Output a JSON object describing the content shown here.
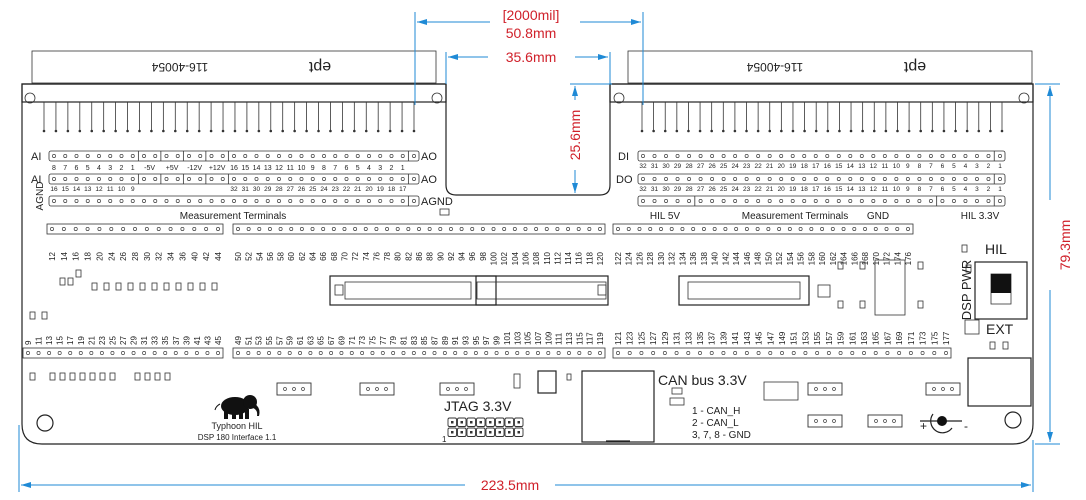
{
  "dimensions": {
    "pitch_mil": "[2000mil]",
    "pitch_mm": "50.8mm",
    "gap_width": "35.6mm",
    "gap_depth": "25.6mm",
    "board_height": "79.3mm",
    "board_width": "223.5mm"
  },
  "connectors": {
    "left_part_number": "116-40054",
    "left_brand": "ept",
    "right_part_number": "116-40054",
    "right_brand": "ept"
  },
  "left_terminals": {
    "ai_label_1": "AI",
    "ai_label_2": "AI",
    "ao_label_1": "AO",
    "ao_label_2": "AO",
    "agnd_left": "AGND",
    "agnd_right": "AGND",
    "title": "Measurement Terminals",
    "row1_labels": [
      "8",
      "7",
      "6",
      "5",
      "4",
      "3",
      "2",
      "1",
      "-5V",
      "+5V",
      "-12V",
      "+12V",
      "16",
      "15",
      "14",
      "13",
      "12",
      "11",
      "10",
      "9",
      "8",
      "7",
      "6",
      "5",
      "4",
      "3",
      "2",
      "1"
    ],
    "row2_labels_left": [
      "16",
      "15",
      "14",
      "13",
      "12",
      "11",
      "10",
      "9"
    ],
    "row2_labels_right": [
      "32",
      "31",
      "30",
      "29",
      "28",
      "27",
      "26",
      "25",
      "24",
      "23",
      "22",
      "21",
      "20",
      "19",
      "18",
      "17"
    ]
  },
  "right_terminals": {
    "di_label": "DI",
    "do_label": "DO",
    "di_labels": [
      "32",
      "31",
      "30",
      "29",
      "28",
      "27",
      "26",
      "25",
      "24",
      "23",
      "22",
      "21",
      "20",
      "19",
      "18",
      "17",
      "16",
      "15",
      "14",
      "13",
      "12",
      "11",
      "10",
      "9",
      "8",
      "7",
      "6",
      "5",
      "4",
      "3",
      "2",
      "1"
    ],
    "do_labels": [
      "32",
      "31",
      "30",
      "29",
      "28",
      "27",
      "26",
      "25",
      "24",
      "23",
      "22",
      "21",
      "20",
      "19",
      "18",
      "17",
      "16",
      "15",
      "14",
      "13",
      "12",
      "11",
      "10",
      "9",
      "8",
      "7",
      "6",
      "5",
      "4",
      "3",
      "2",
      "1"
    ],
    "hil5v": "HIL 5V",
    "title": "Measurement Terminals",
    "gnd": "GND",
    "hil33v": "HIL 3.3V"
  },
  "headers": {
    "top_a": [
      "12",
      "14",
      "16",
      "18",
      "20",
      "24",
      "26",
      "28",
      "30",
      "32",
      "34",
      "36",
      "40",
      "42",
      "44"
    ],
    "top_b": [
      "50",
      "52",
      "54",
      "56",
      "58",
      "60",
      "62",
      "64",
      "66",
      "68",
      "70",
      "72",
      "74",
      "76",
      "78",
      "80",
      "82",
      "86",
      "88",
      "90",
      "92",
      "94",
      "96",
      "98",
      "100",
      "102",
      "104",
      "106",
      "108",
      "110",
      "112",
      "114",
      "116",
      "118",
      "120"
    ],
    "top_c": [
      "122",
      "124",
      "126",
      "128",
      "130",
      "132",
      "134",
      "136",
      "138",
      "140",
      "142",
      "144",
      "146",
      "148",
      "150",
      "152",
      "154",
      "156",
      "158",
      "160",
      "162",
      "164",
      "166",
      "168",
      "170",
      "172",
      "174",
      "176"
    ],
    "bottom_a": [
      "9",
      "11",
      "13",
      "15",
      "17",
      "19",
      "21",
      "23",
      "25",
      "27",
      "29",
      "31",
      "33",
      "35",
      "37",
      "39",
      "41",
      "43",
      "45"
    ],
    "bottom_b": [
      "49",
      "51",
      "53",
      "55",
      "57",
      "59",
      "61",
      "63",
      "65",
      "67",
      "69",
      "71",
      "73",
      "75",
      "77",
      "79",
      "81",
      "83",
      "85",
      "87",
      "89",
      "91",
      "93",
      "95",
      "97",
      "99",
      "101",
      "103",
      "105",
      "107",
      "109",
      "111",
      "113",
      "115",
      "117",
      "119"
    ],
    "bottom_c": [
      "121",
      "123",
      "125",
      "127",
      "129",
      "131",
      "133",
      "135",
      "137",
      "139",
      "141",
      "143",
      "145",
      "147",
      "149",
      "151",
      "153",
      "155",
      "157",
      "159",
      "161",
      "163",
      "165",
      "167",
      "169",
      "171",
      "173",
      "175",
      "177"
    ]
  },
  "switch": {
    "top_label": "HIL",
    "side_label": "DSP PWR",
    "bottom_label": "EXT"
  },
  "jtag": {
    "label": "JTAG 3.3V",
    "pin1": "1"
  },
  "can": {
    "label": "CAN bus 3.3V",
    "pins": [
      "1 - CAN_H",
      "2 - CAN_L",
      "3, 7, 8 - GND"
    ]
  },
  "power": {
    "plus": "+",
    "minus": "-"
  },
  "branding": {
    "company": "Typhoon HIL",
    "product": "DSP 180 Interface 1.1"
  },
  "colors": {
    "dimension_line": "#1f8ad6",
    "dimension_text": "#d0202a",
    "outline": "#222222"
  }
}
